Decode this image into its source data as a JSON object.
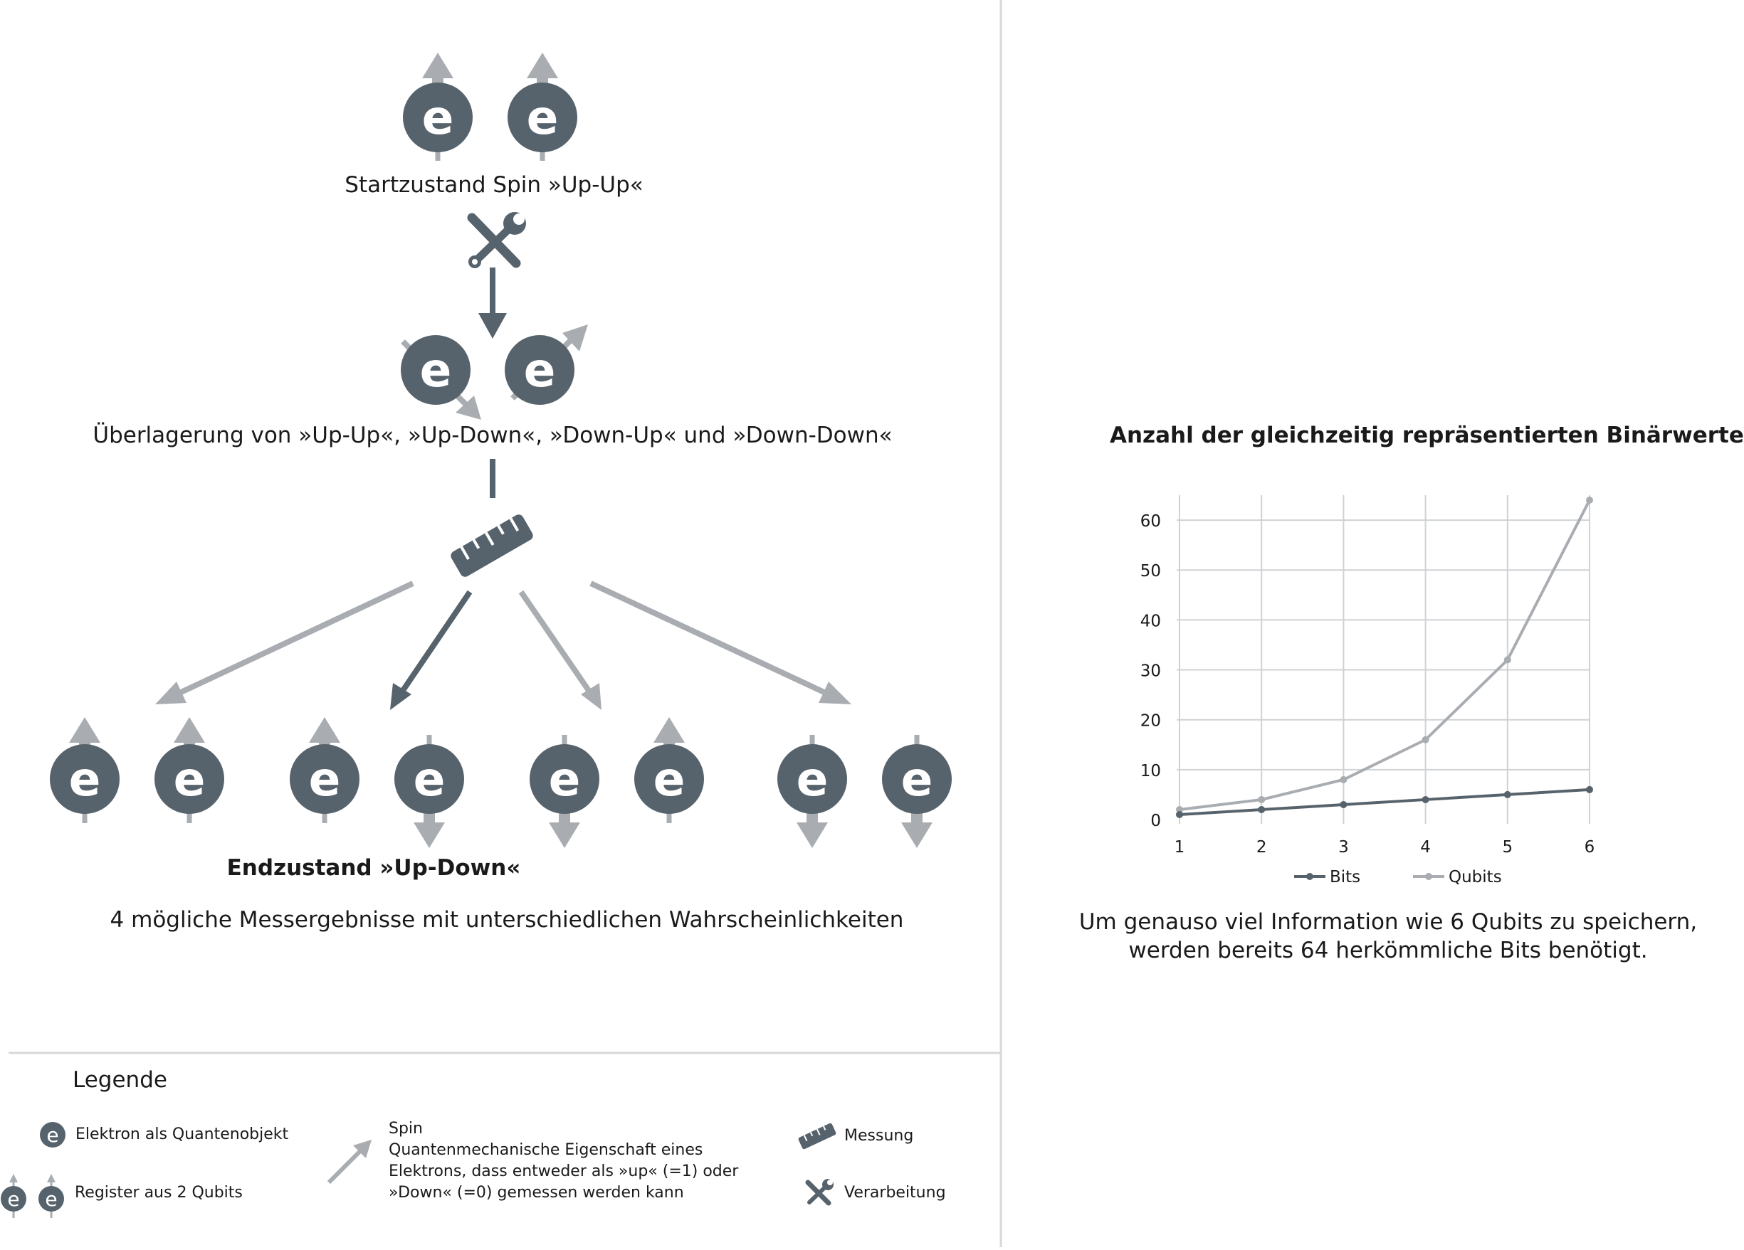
{
  "electron_letter": "e",
  "diagram": {
    "start_state_label": "Startzustand Spin »Up-Up«",
    "superposition_label": "Überlagerung von »Up-Up«, »Up-Down«, »Down-Up« und »Down-Down«",
    "end_state_label": "Endzustand »Up-Down«",
    "results_caption": "4 mögliche Messergebnisse mit unterschiedlichen Wahrscheinlichkeiten",
    "outcomes": [
      {
        "left": "up",
        "right": "up",
        "selected": false
      },
      {
        "left": "up",
        "right": "down",
        "selected": true
      },
      {
        "left": "down",
        "right": "up",
        "selected": false
      },
      {
        "left": "down",
        "right": "down",
        "selected": false
      }
    ]
  },
  "chart": {
    "title": "Anzahl der gleichzeitig repräsentierten Binärwerte",
    "caption_line1": "Um genauso viel Information wie 6 Qubits zu speichern,",
    "caption_line2": "werden bereits 64 herkömmliche Bits benötigt."
  },
  "chart_data": {
    "type": "line",
    "title": "Anzahl der gleichzeitig repräsentierten Binärwerte",
    "x": [
      1,
      2,
      3,
      4,
      5,
      6
    ],
    "x_ticks": [
      "1",
      "2",
      "3",
      "4",
      "5",
      "6"
    ],
    "y_ticks": [
      "0",
      "10",
      "20",
      "30",
      "40",
      "50",
      "60"
    ],
    "ylim": [
      0,
      65
    ],
    "grid": true,
    "legend_placement": "bottom-center",
    "series": [
      {
        "name": "Bits",
        "values": [
          1,
          2,
          3,
          4,
          5,
          6
        ],
        "color": "#57636c"
      },
      {
        "name": "Qubits",
        "values": [
          2,
          4,
          8,
          16,
          32,
          64
        ],
        "color": "#a9adb1"
      }
    ]
  },
  "legend": {
    "title": "Legende",
    "electron": "Elektron als Quantenobjekt",
    "register": "Register aus 2 Qubits",
    "spin_title": "Spin",
    "spin_line1": "Quantenmechanische Eigenschaft eines",
    "spin_line2": "Elektrons, dass entweder als »up« (=1) oder",
    "spin_line3": "»Down« (=0) gemessen werden kann",
    "measurement": "Messung",
    "processing": "Verarbeitung"
  },
  "colors": {
    "dark": "#57636c",
    "light": "#a9adb1",
    "grid": "#cfd2d5",
    "divider": "#d6d8da"
  }
}
